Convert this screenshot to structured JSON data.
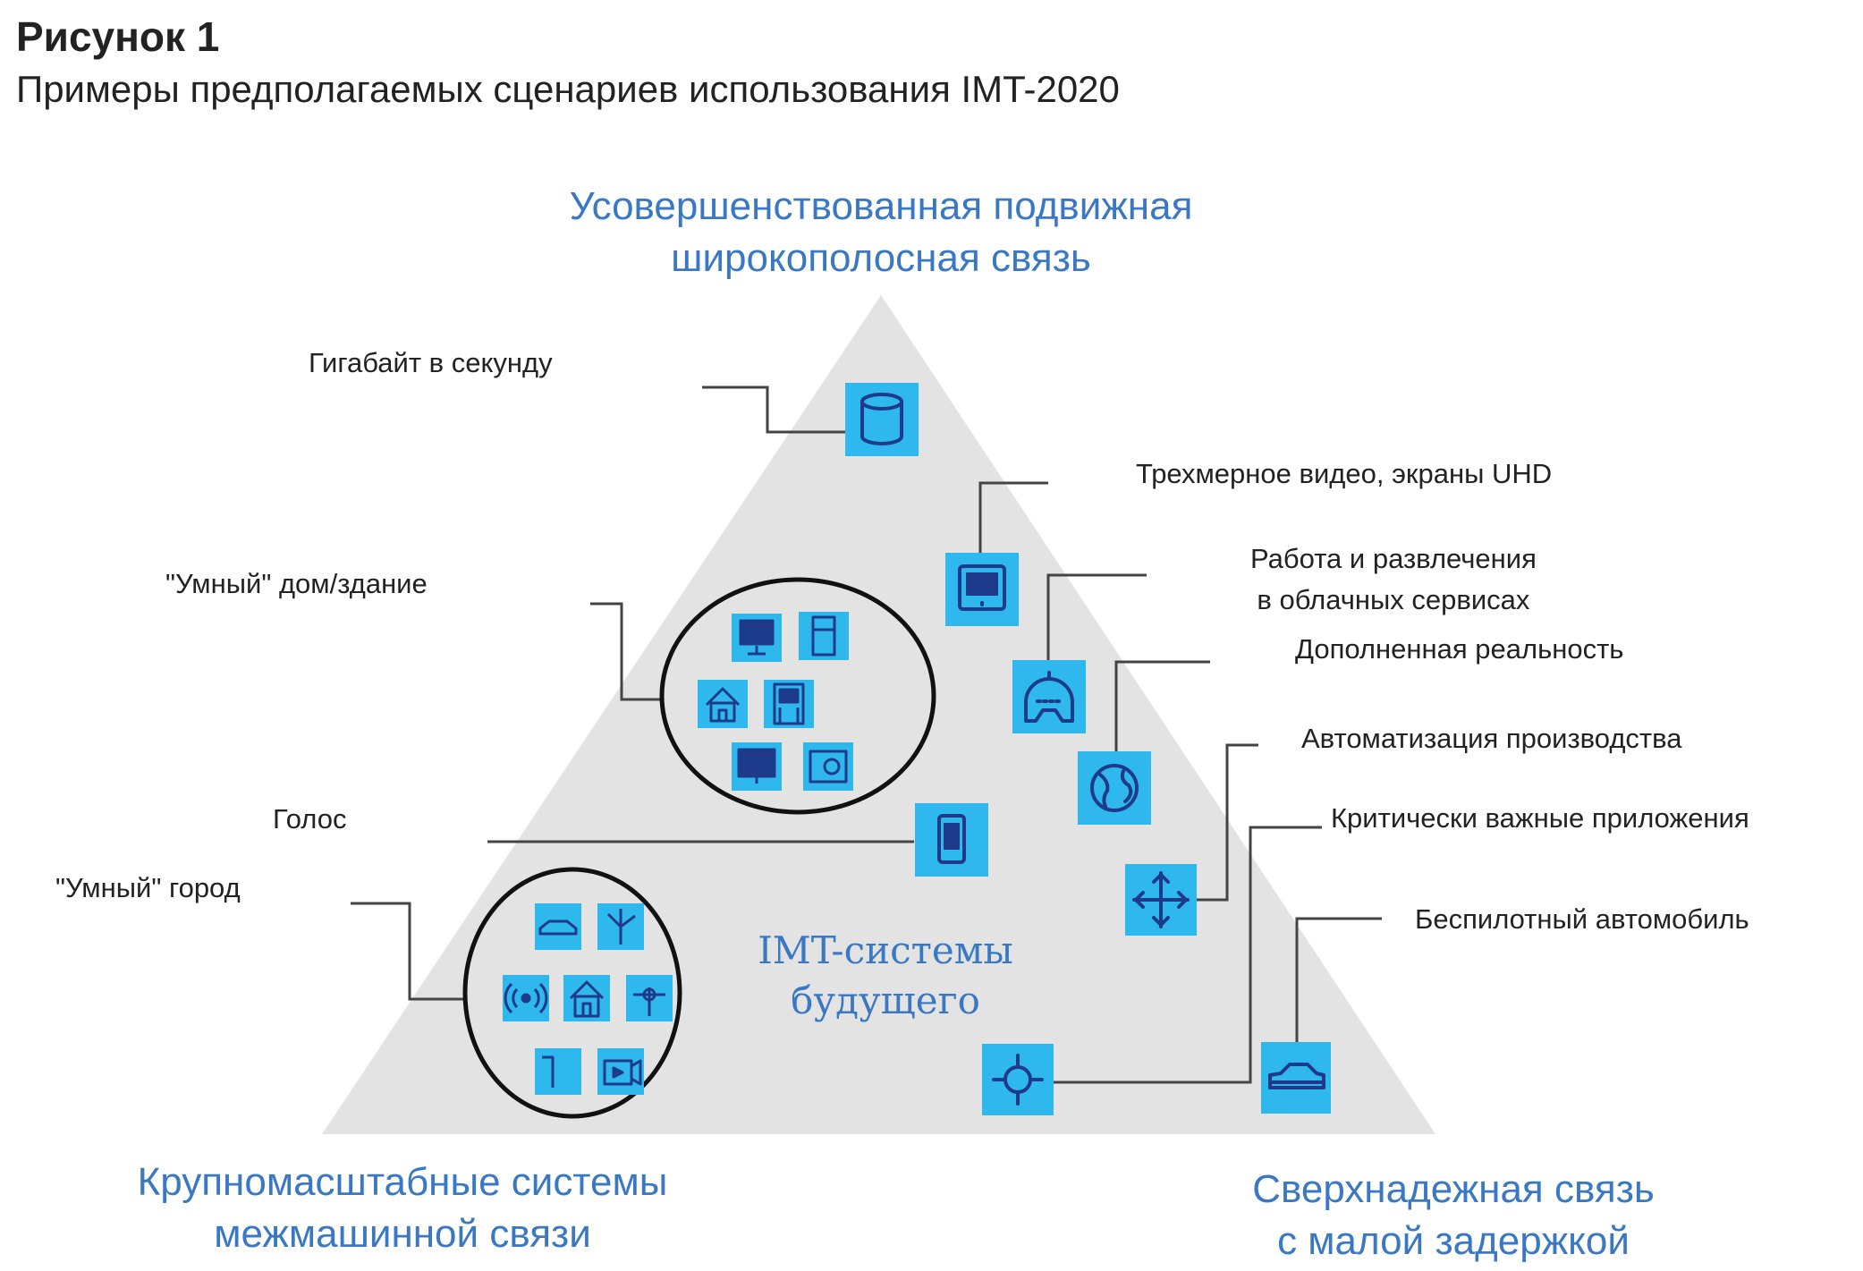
{
  "figure": {
    "title": "Рисунок 1",
    "subtitle": "Примеры предполагаемых сценариев использования IMT-2020"
  },
  "corners": {
    "top_line1": "Усовершенствованная подвижная",
    "top_line2": "широкополосная связь",
    "left_line1": "Крупномасштабные системы",
    "left_line2": "межмашинной связи",
    "right_line1": "Сверхнадежная связь",
    "right_line2": "с малой задержкой"
  },
  "center": {
    "line1": "IMT-системы",
    "line2": "будущего"
  },
  "labels": {
    "gigabyte": "Гигабайт в секунду",
    "video3d": "Трехмерное видео, экраны  UHD",
    "cloud_line1": "Работа и развлечения",
    "cloud_line2": "в облачных сервисах",
    "ar": "Дополненная реальность",
    "smart_home": "\"Умный\" дом/здание",
    "automation": "Автоматизация производства",
    "critical": "Критически важные приложения",
    "voice": "Голос",
    "smart_city": "\"Умный\" город",
    "driverless": "Беспилотный автомобиль"
  },
  "colors": {
    "accent": "#3a78c4",
    "icon_fill": "#2eb8ee",
    "icon_glyph": "#1d3b8a",
    "pyramid": "#e3e3e3"
  }
}
